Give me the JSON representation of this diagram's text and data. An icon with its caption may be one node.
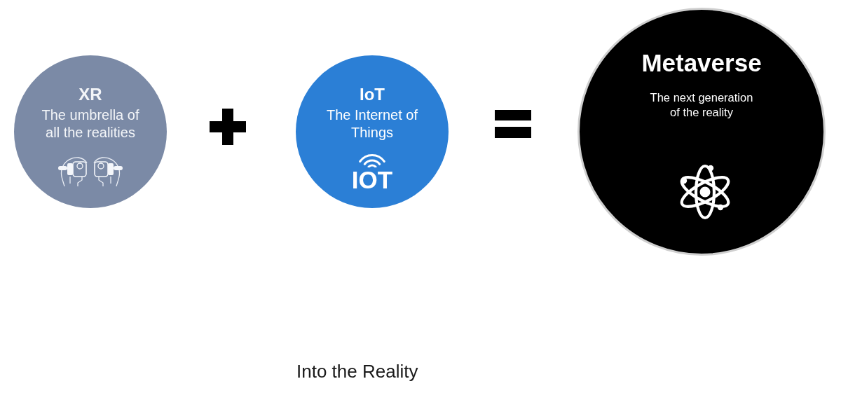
{
  "diagram": {
    "caption": "Into the Reality",
    "nodes": [
      {
        "text": [
          "XR",
          "The umbrella of all the realities"
        ]
      },
      {
        "text": [
          "IoT",
          "The Internet of Things",
          "IOT"
        ]
      },
      {
        "text": [
          "Metaverse",
          "The next generation of the reality"
        ]
      }
    ]
  }
}
